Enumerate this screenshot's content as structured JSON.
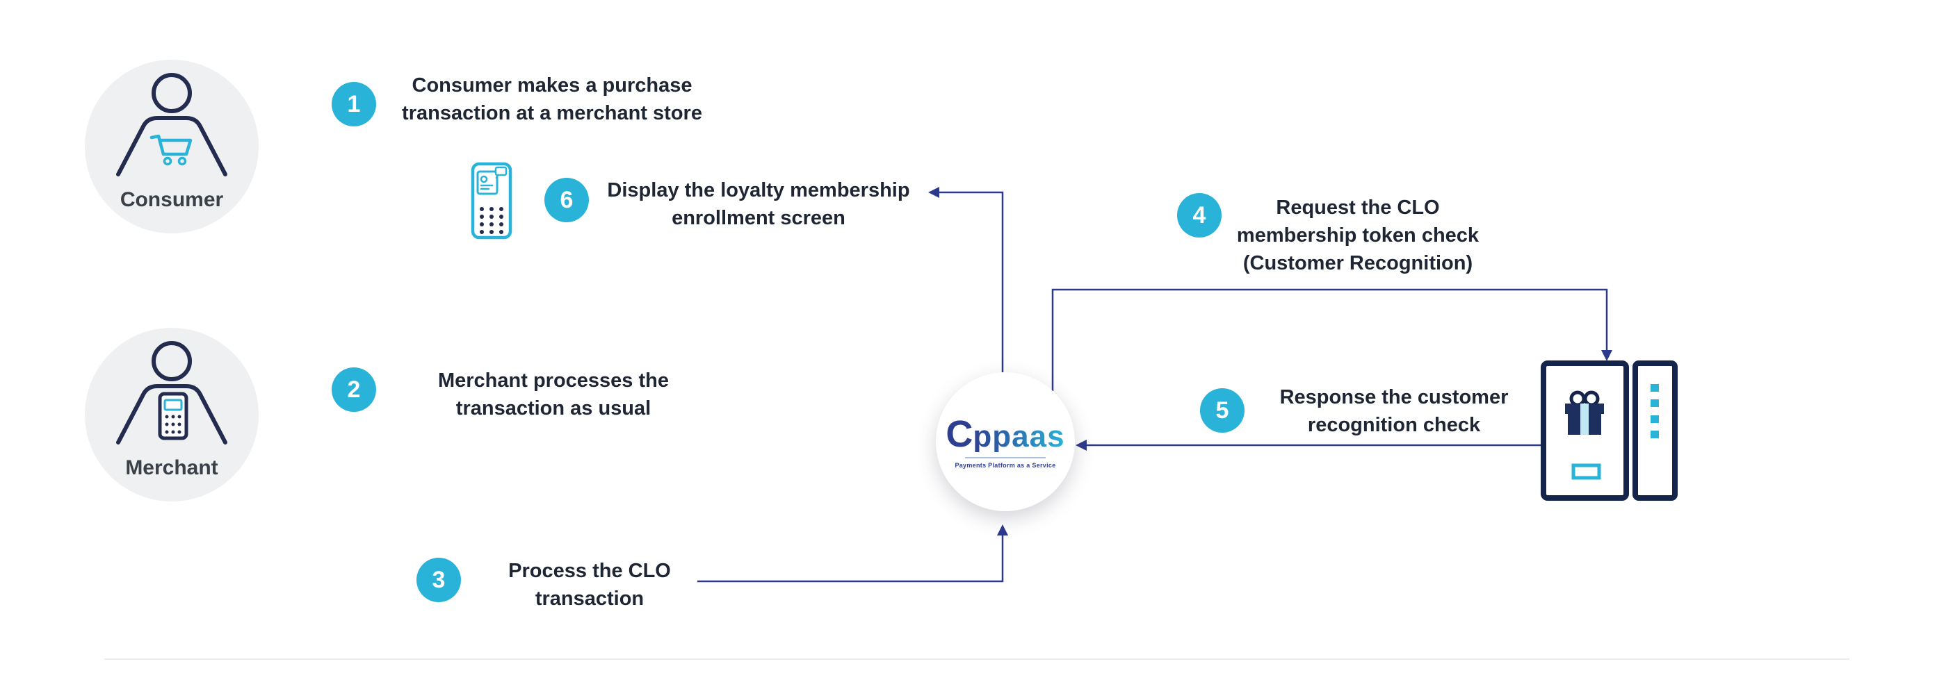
{
  "actors": {
    "consumer": {
      "label": "Consumer"
    },
    "merchant": {
      "label": "Merchant"
    }
  },
  "steps": {
    "s1": {
      "number": "1",
      "text": "Consumer makes a purchase\ntransaction at a merchant store"
    },
    "s2": {
      "number": "2",
      "text": "Merchant processes the\ntransaction as usual"
    },
    "s3": {
      "number": "3",
      "text": "Process the CLO\ntransaction"
    },
    "s4": {
      "number": "4",
      "text": "Request the CLO\nmembership token check\n(Customer Recognition)"
    },
    "s5": {
      "number": "5",
      "text": "Response the customer\nrecognition check"
    },
    "s6": {
      "number": "6",
      "text": "Display the loyalty membership\nenrollment screen"
    }
  },
  "logo": {
    "c": "C",
    "name": "ppaas",
    "tagline": "Payments Platform as a Service"
  },
  "icons": {
    "consumer": "person-with-shopping-cart-icon",
    "merchant": "person-with-pos-device-icon",
    "terminal": "pos-terminal-icon",
    "kiosk": "loyalty-kiosk-icon"
  },
  "colors": {
    "badge": "#29b3d8",
    "arrow": "#2d3a8c",
    "text": "#1f2633",
    "navy": "#232c4e",
    "cyan": "#29b3d8",
    "avatar_bg": "#eef0f1"
  }
}
